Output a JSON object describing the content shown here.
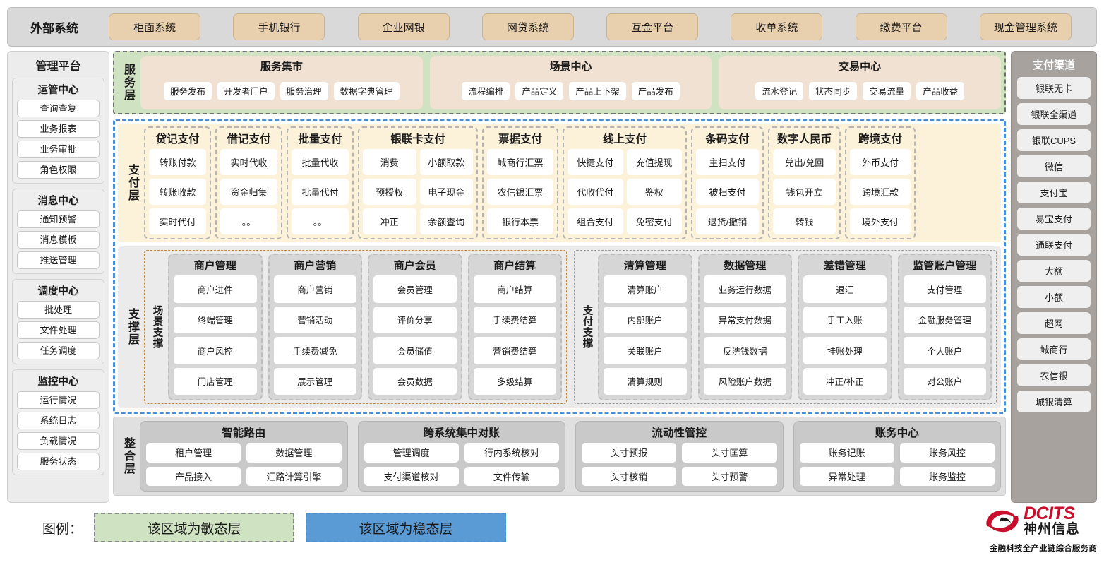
{
  "external": {
    "title": "外部系统",
    "items": [
      "柜面系统",
      "手机银行",
      "企业网银",
      "网贷系统",
      "互金平台",
      "收单系统",
      "缴费平台",
      "现金管理系统"
    ]
  },
  "management": {
    "title": "管理平台",
    "groups": [
      {
        "title": "运管中心",
        "items": [
          "查询查复",
          "业务报表",
          "业务审批",
          "角色权限"
        ]
      },
      {
        "title": "消息中心",
        "items": [
          "通知预警",
          "消息模板",
          "推送管理"
        ]
      },
      {
        "title": "调度中心",
        "items": [
          "批处理",
          "文件处理",
          "任务调度"
        ]
      },
      {
        "title": "监控中心",
        "items": [
          "运行情况",
          "系统日志",
          "负载情况",
          "服务状态"
        ]
      }
    ]
  },
  "channels": {
    "title": "支付渠道",
    "items": [
      "银联无卡",
      "银联全渠道",
      "银联CUPS",
      "微信",
      "支付宝",
      "易宝支付",
      "通联支付",
      "大额",
      "小额",
      "超网",
      "城商行",
      "农信银",
      "城银清算"
    ]
  },
  "service_layer": {
    "label": "服务层",
    "boxes": [
      {
        "title": "服务集市",
        "items": [
          "服务发布",
          "开发者门户",
          "服务治理",
          "数据字典管理"
        ]
      },
      {
        "title": "场景中心",
        "items": [
          "流程编排",
          "产品定义",
          "产品上下架",
          "产品发布"
        ]
      },
      {
        "title": "交易中心",
        "items": [
          "流水登记",
          "状态同步",
          "交易流量",
          "产品收益"
        ]
      }
    ]
  },
  "payment_layer": {
    "label": "支付层",
    "groups": [
      {
        "title": "贷记支付",
        "cols": 1,
        "width": 95,
        "items": [
          "转账付款",
          "转账收款",
          "实时代付"
        ]
      },
      {
        "title": "借记支付",
        "cols": 1,
        "width": 95,
        "items": [
          "实时代收",
          "资金归集",
          "。。"
        ]
      },
      {
        "title": "批量支付",
        "cols": 1,
        "width": 95,
        "items": [
          "批量代收",
          "批量代付",
          "。。"
        ]
      },
      {
        "title": "银联卡支付",
        "cols": 2,
        "width": 170,
        "items": [
          "消费",
          "小额取款",
          "预授权",
          "电子现金",
          "冲正",
          "余额查询"
        ]
      },
      {
        "title": "票据支付",
        "cols": 1,
        "width": 108,
        "items": [
          "城商行汇票",
          "农信银汇票",
          "银行本票"
        ]
      },
      {
        "title": "线上支付",
        "cols": 2,
        "width": 176,
        "items": [
          "快捷支付",
          "充值提现",
          "代收代付",
          "鉴权",
          "组合支付",
          "免密支付"
        ]
      },
      {
        "title": "条码支付",
        "cols": 1,
        "width": 103,
        "items": [
          "主扫支付",
          "被扫支付",
          "退货/撤销"
        ]
      },
      {
        "title": "数字人民币",
        "cols": 1,
        "width": 103,
        "items": [
          "兑出/兑回",
          "钱包开立",
          "转钱"
        ]
      },
      {
        "title": "跨境支付",
        "cols": 1,
        "width": 100,
        "items": [
          "外币支付",
          "跨境汇款",
          "境外支付"
        ]
      }
    ]
  },
  "support_layer": {
    "label": "支撑层",
    "halves": [
      {
        "label": "场景支撑",
        "style": "orange",
        "columns": [
          {
            "title": "商户管理",
            "items": [
              "商户进件",
              "终端管理",
              "商户风控",
              "门店管理"
            ]
          },
          {
            "title": "商户营销",
            "items": [
              "商户营销",
              "营销活动",
              "手续费减免",
              "展示管理"
            ]
          },
          {
            "title": "商户会员",
            "items": [
              "会员管理",
              "评价分享",
              "会员储值",
              "会员数据"
            ]
          },
          {
            "title": "商户结算",
            "items": [
              "商户结算",
              "手续费结算",
              "营销费结算",
              "多级结算"
            ]
          }
        ]
      },
      {
        "label": "支付支撑",
        "style": "gray",
        "columns": [
          {
            "title": "清算管理",
            "items": [
              "清算账户",
              "内部账户",
              "关联账户",
              "清算规则"
            ]
          },
          {
            "title": "数据管理",
            "items": [
              "业务运行数据",
              "异常支付数据",
              "反洗钱数据",
              "风险账户数据"
            ]
          },
          {
            "title": "差错管理",
            "items": [
              "退汇",
              "手工入账",
              "挂账处理",
              "冲正/补正"
            ]
          },
          {
            "title": "监管账户管理",
            "items": [
              "支付管理",
              "金融服务管理",
              "个人账户",
              "对公账户"
            ]
          }
        ]
      }
    ]
  },
  "integration_layer": {
    "label": "整合层",
    "boxes": [
      {
        "title": "智能路由",
        "items": [
          "租户管理",
          "数据管理",
          "产品接入",
          "汇路计算引擎"
        ]
      },
      {
        "title": "跨系统集中对账",
        "items": [
          "管理调度",
          "行内系统核对",
          "支付渠道核对",
          "文件传输"
        ]
      },
      {
        "title": "流动性管控",
        "items": [
          "头寸预报",
          "头寸匡算",
          "头寸核销",
          "头寸预警"
        ]
      },
      {
        "title": "账务中心",
        "items": [
          "账务记账",
          "账务风控",
          "异常处理",
          "账务监控"
        ]
      }
    ]
  },
  "legend": {
    "label": "图例：",
    "agile": "该区域为敏态层",
    "stable": "该区域为稳态层",
    "agile_color": "#cfe2c2",
    "stable_color": "#5b9bd5"
  },
  "logo": {
    "en": "DCITS",
    "cn": "神州信息",
    "tagline": "金融科技全产业链综合服务商",
    "brand_color": "#c8102e"
  }
}
